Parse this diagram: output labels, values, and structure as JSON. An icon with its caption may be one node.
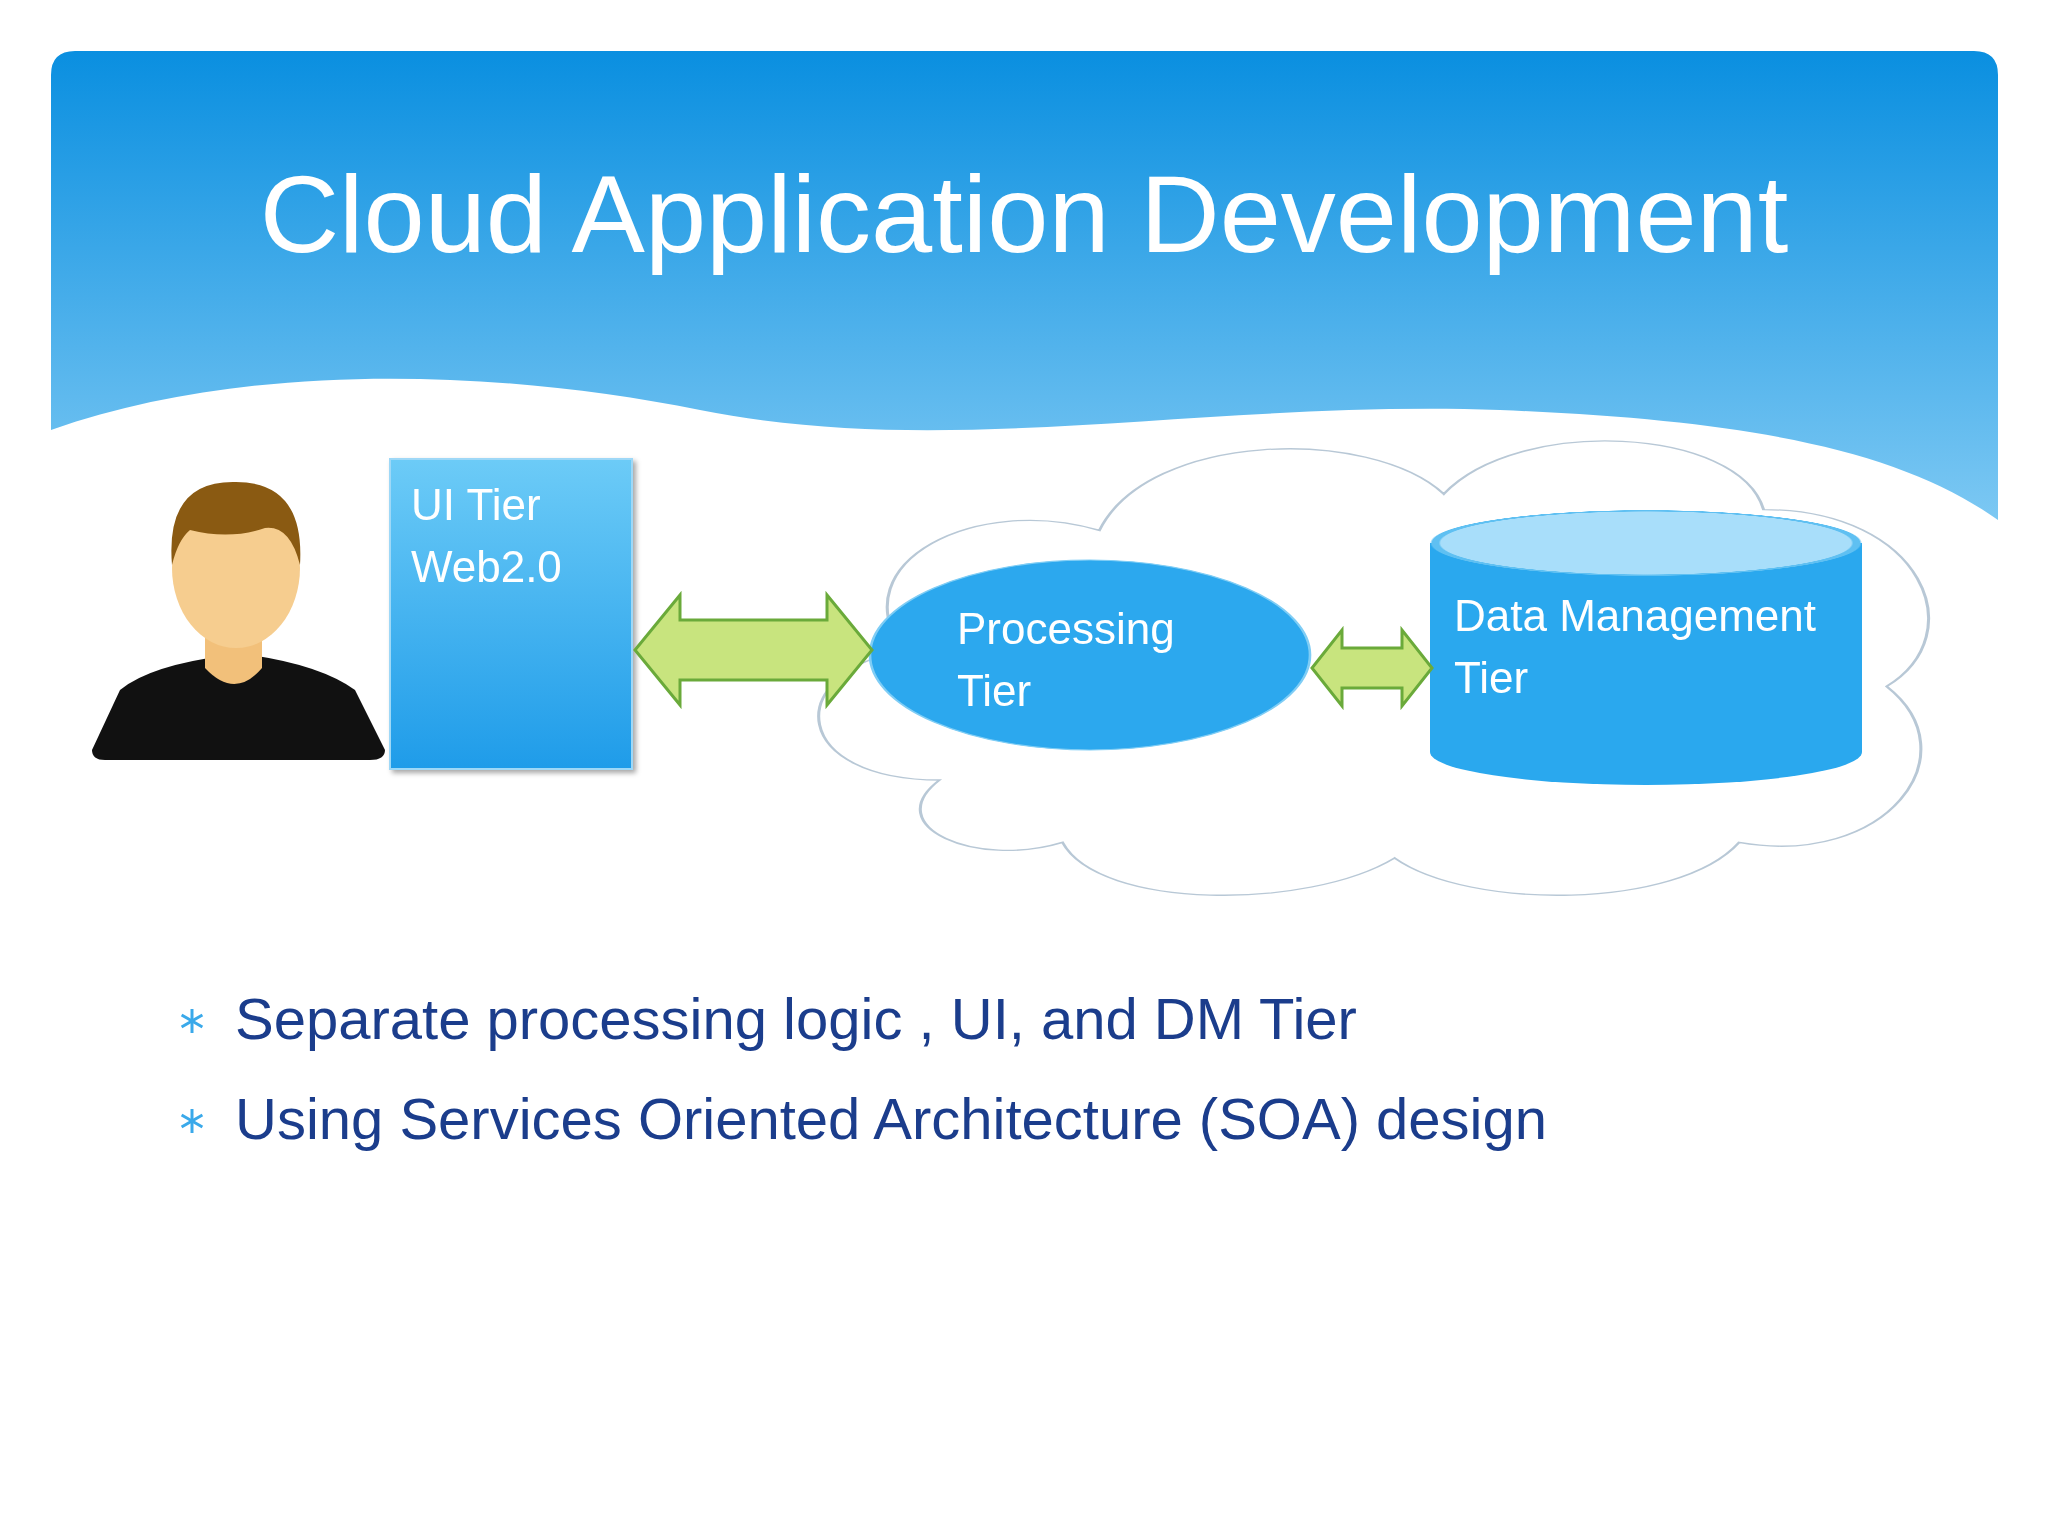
{
  "diagram": {
    "title": "Cloud Application Development",
    "nodes": [
      {
        "text": [
          "UI Tier Web2.0"
        ]
      },
      {
        "text": [],
        "shape": "cloud"
      },
      {
        "text": [
          "Processing Tier"
        ],
        "in": 1
      },
      {
        "text": [
          "Data Management Tier"
        ],
        "in": 1
      }
    ],
    "edges": [
      {
        "from": 0,
        "to": 2,
        "arrow": "both"
      },
      {
        "from": 2,
        "to": 3,
        "arrow": "both"
      }
    ],
    "labels": [
      "Separate processing logic , UI, and DM Tier",
      "Using Services Oriented Architecture (SOA) design"
    ]
  }
}
